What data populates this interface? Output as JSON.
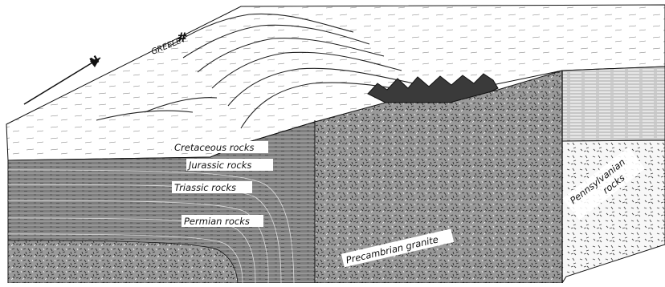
{
  "labels": {
    "north_arrow": "N",
    "town_name": "GREELEY",
    "cretaceous": "Cretaceous rocks",
    "jurassic": "Jurassic rocks",
    "triassic": "Triassic rocks",
    "permian": "Permian rocks",
    "granite": "Precambrian granite",
    "pennsylvanian_line1": "Pennsylvanian",
    "pennsylvanian_line2": "rocks"
  }
}
